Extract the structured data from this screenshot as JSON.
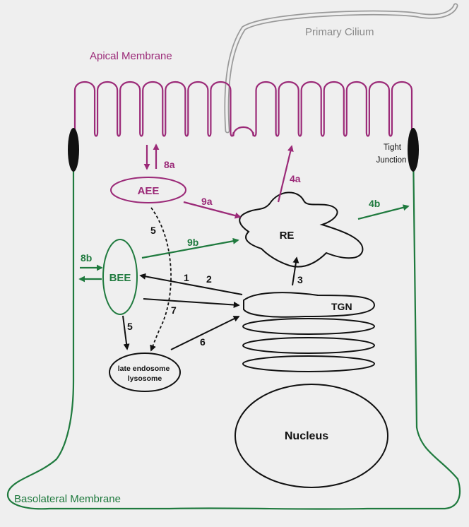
{
  "colors": {
    "apical": "#9b2a78",
    "basolateral": "#1f7a3e",
    "cilium": "#9a9a9a",
    "neutral": "#111111",
    "background": "#efefef"
  },
  "labels": {
    "primary_cilium": "Primary Cilium",
    "apical_membrane": "Apical Membrane",
    "tight_junction_line1": "Tight",
    "tight_junction_line2": "Junction",
    "basolateral_membrane": "Basolateral Membrane",
    "aee": "AEE",
    "bee": "BEE",
    "re": "RE",
    "tgn": "TGN",
    "late_endosome_line1": "late endosome",
    "late_endosome_line2": "lysosome",
    "nucleus": "Nucleus"
  },
  "pathways": {
    "p1": "1",
    "p2": "2",
    "p3": "3",
    "p4a": "4a",
    "p4b": "4b",
    "p5_aee": "5",
    "p5_bee": "5",
    "p6": "6",
    "p7": "7",
    "p8a": "8a",
    "p8b": "8b",
    "p9a": "9a",
    "p9b": "9b"
  },
  "icons": [
    "tight-junction-left-icon",
    "tight-junction-right-icon"
  ]
}
